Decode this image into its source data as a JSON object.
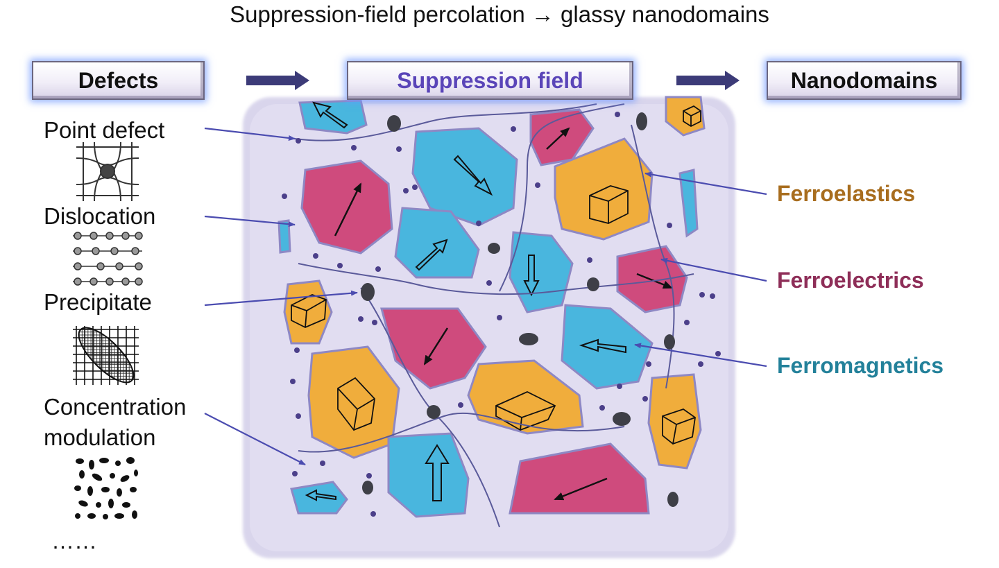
{
  "title": "Suppression-field percolation → glassy nanodomains",
  "header": {
    "defects": "Defects",
    "suppression_field": "Suppression field",
    "nanodomains": "Nanodomains"
  },
  "defects": [
    {
      "label": "Point defect",
      "icon": "point-defect-lattice-icon"
    },
    {
      "label": "Dislocation",
      "icon": "dislocation-lattice-icon"
    },
    {
      "label": "Precipitate",
      "icon": "precipitate-grid-icon"
    },
    {
      "label": "Concentration\nmodulation",
      "icon": "concentration-modulation-pattern-icon"
    }
  ],
  "ellipsis": "……",
  "domains": [
    {
      "label": "Ferroelastics",
      "color": "#a86d1e"
    },
    {
      "label": "Ferroelectrics",
      "color": "#8e2e58"
    },
    {
      "label": "Ferromagnetics",
      "color": "#23819a"
    }
  ],
  "colors": {
    "ferroelastic_fill": "#f0ad3c",
    "ferroelectric_fill": "#cf4b7d",
    "ferromagnetic_fill": "#49b6de",
    "field_fill": "#d9d5ec",
    "arrow": "#4b4cb0",
    "header_text_field": "#5a45b8"
  }
}
